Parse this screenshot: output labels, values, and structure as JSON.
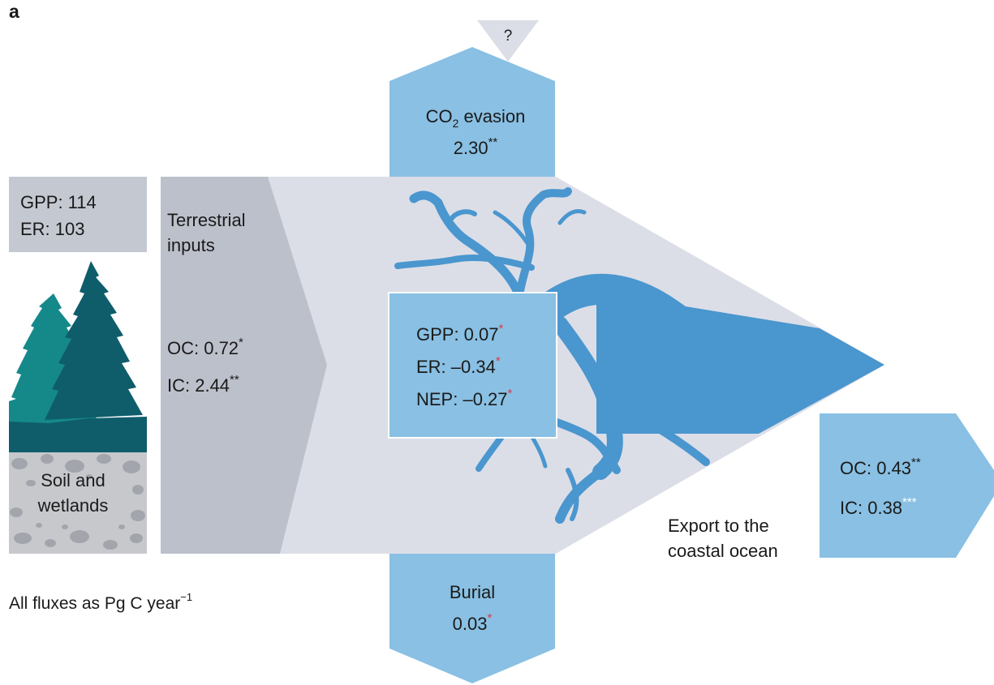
{
  "panel_label": "a",
  "question_mark": "?",
  "co2_evasion": {
    "title_prefix": "CO",
    "title_sub": "2",
    "title_suffix": " evasion",
    "value": "2.30",
    "stars": "**"
  },
  "land_stats": {
    "gpp": "GPP: 114",
    "er": "ER: 103"
  },
  "soil_label": {
    "line1": "Soil and",
    "line2": "wetlands"
  },
  "terrestrial_inputs": {
    "line1": "Terrestrial",
    "line2": "inputs",
    "oc": "OC: 0.72",
    "oc_stars": "*",
    "ic": "IC: 2.44",
    "ic_stars": "**"
  },
  "river_stats": {
    "gpp": "GPP: 0.07",
    "gpp_stars": "*",
    "er": "ER: –0.34",
    "er_stars": "*",
    "nep": "NEP: –0.27",
    "nep_stars": "*"
  },
  "export": {
    "oc": "OC: 0.43",
    "oc_stars": "**",
    "ic": "IC: 0.38",
    "ic_stars": "***",
    "caption_line1": "Export to the",
    "caption_line2": "coastal ocean"
  },
  "burial": {
    "title": "Burial",
    "value": "0.03",
    "stars": "*"
  },
  "units_note": {
    "text": "All fluxes as Pg C year",
    "exp": "−1"
  },
  "colors": {
    "light_blue": "#89c0e3",
    "river_blue": "#4a96cf",
    "main_gray": "#dcdee7",
    "input_gray": "#bcc0cb",
    "land_box_gray": "#c4c8d1",
    "tree_light": "#15898a",
    "tree_dark": "#0f5d6b",
    "soil_gray": "#c6c8cc",
    "stone_gray": "#a2a6ac",
    "star_red": "#e0394a"
  }
}
